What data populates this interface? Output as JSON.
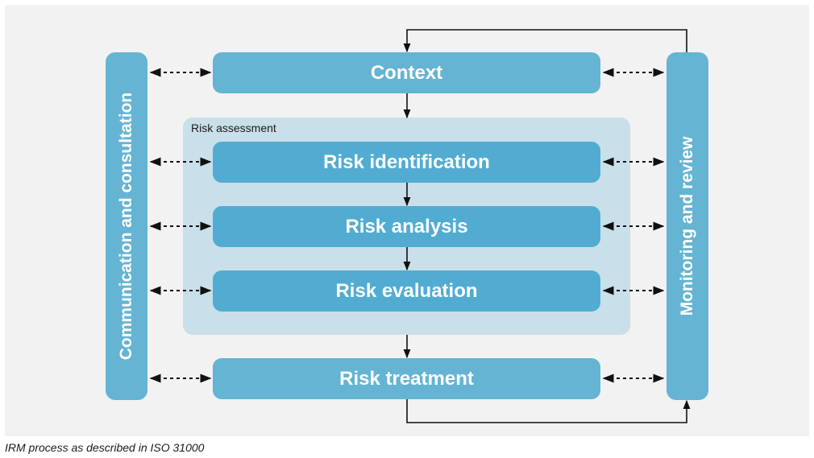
{
  "diagram": {
    "side_left": "Communication and consultation",
    "side_right": "Monitoring and review",
    "group_label": "Risk assessment",
    "steps": {
      "context": "Context",
      "identification": "Risk identification",
      "analysis": "Risk analysis",
      "evaluation": "Risk evaluation",
      "treatment": "Risk treatment"
    },
    "colors": {
      "outer_box": "#65b4d3",
      "inner_box": "#52acd1",
      "group_background": "#c9dfe9",
      "panel_background": "#f2f2f2"
    }
  },
  "caption": "IRM process as described in ISO 31000"
}
